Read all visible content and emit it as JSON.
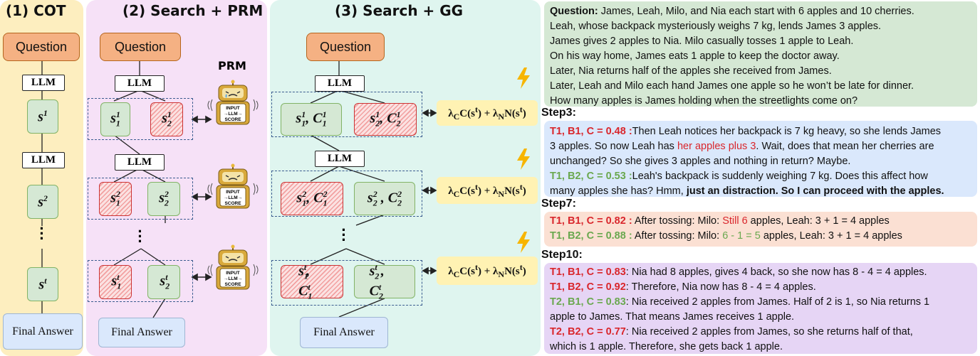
{
  "panels": {
    "cot_title": "(1) COT",
    "prm_title": "(2) Search + PRM",
    "gg_title": "(3) Search + GG"
  },
  "nodes": {
    "question": "Question",
    "llm": "LLM",
    "final_answer": "Final Answer",
    "prm_label": "PRM",
    "robot_line1": "INPUT",
    "robot_line2": "→LLM→",
    "robot_line3": "SCORE"
  },
  "formula": "λ_C C(s^t) + λ_N N(s^t)",
  "question_text": {
    "label": "Question:",
    "line1": " James, Leah, Milo, and Nia each start with 6 apples and 10 cherries.",
    "line2": "Leah, whose backpack mysteriously weighs 7 kg, lends James 3 apples.",
    "line3": "James gives 2 apples to Nia. Milo casually tosses 1 apple to Leah.",
    "line4": "On his way home, James eats 1 apple to keep the doctor away.",
    "line5": "Later, Nia returns half of the apples she received from James.",
    "line6": "Later, Leah and Milo each hand James one apple so he won’t be late for dinner.",
    "line7": "How many apples is James holding when the streetlights come on?"
  },
  "step3": {
    "label": "Step3:",
    "a_tag": "T1, B1, C = 0.48 :",
    "a_1": "Then Leah notices her backpack is 7 kg heavy, so she lends James",
    "a_2": "3 apples. So now Leah has ",
    "a_hl": "her apples plus 3",
    "a_3": ". Wait, does that mean her cherries are",
    "a_4": "unchanged? So she gives 3 apples and nothing in return? Maybe.",
    "b_tag": "T1, B2, C = 0.53 :",
    "b_1": "Leah's backpack is suddenly weighing 7 kg. Does this affect how",
    "b_2": "many apples she has? Hmm, ",
    "b_bold": "just an distraction. So I can proceed with the apples."
  },
  "step7": {
    "label": "Step7:",
    "a_tag": "T1, B1, C = 0.82 :",
    "a_1": " After tossing: Milo: ",
    "a_hl": "Still 6",
    "a_2": " apples, Leah: 3 + 1 = 4 apples",
    "b_tag": "T1, B2, C = 0.88 :",
    "b_1": " After tossing: Milo: ",
    "b_hl": "6 - 1 = 5",
    "b_2": " apples, Leah: 3 + 1 = 4 apples"
  },
  "step10": {
    "label": "Step10:",
    "a_tag": "T1, B1, C = 0.83",
    "a_1": ": Nia had 8 apples, gives 4 back, so she now has 8 - 4 = 4 apples.",
    "b_tag": "T1, B2, C = 0.92",
    "b_1": ": Therefore, Nia now has 8 - 4 = 4 apples.",
    "c_tag": "T2, B1, C = 0.83",
    "c_1": ": Nia received 2 apples from James. Half of 2 is 1, so Nia returns 1",
    "c_2": "apple to James. That means  James receives 1 apple.",
    "d_tag": "T2, B2, C = 0.77",
    "d_1": ": Nia received 2 apples from James, so she returns half of that,",
    "d_2": "which is 1 apple. Therefore, she gets back 1 apple."
  },
  "colors": {
    "cot_bg": "#fdeebf",
    "prm_bg": "#f6e1f7",
    "gg_bg": "#dff5ef",
    "question_box": "#d5e8d4",
    "step3_box": "#dae8fc",
    "step7_box": "#fbe0d3",
    "step10_box": "#e6d5f5"
  },
  "icons": [
    "lightning-icon",
    "robot-icon"
  ]
}
